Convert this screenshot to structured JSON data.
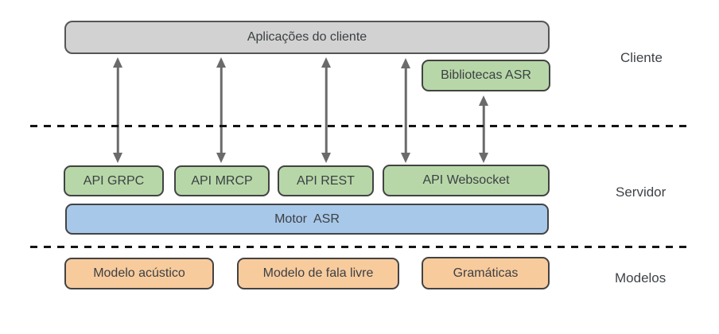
{
  "diagram": {
    "title_box": "Aplicações do cliente",
    "asr_libraries_box": "Bibliotecas ASR",
    "api_boxes": [
      "API GRPC",
      "API MRCP",
      "API REST",
      "API Websocket"
    ],
    "engine_box": "Motor  ASR",
    "model_boxes": [
      "Modelo acústico",
      "Modelo de fala livre",
      "Gramáticas"
    ],
    "layer_labels": [
      "Cliente",
      "Servidor",
      "Modelos"
    ],
    "colors": {
      "client_apps_fill": "#d2d2d2",
      "green_fill": "#b7d7a8",
      "engine_fill": "#a8c8ea",
      "models_fill": "#f8cb9d",
      "box_border": "#434343",
      "arrow": "#6b6b6b",
      "dashed_line": "#141414",
      "text": "#3c4043"
    }
  }
}
